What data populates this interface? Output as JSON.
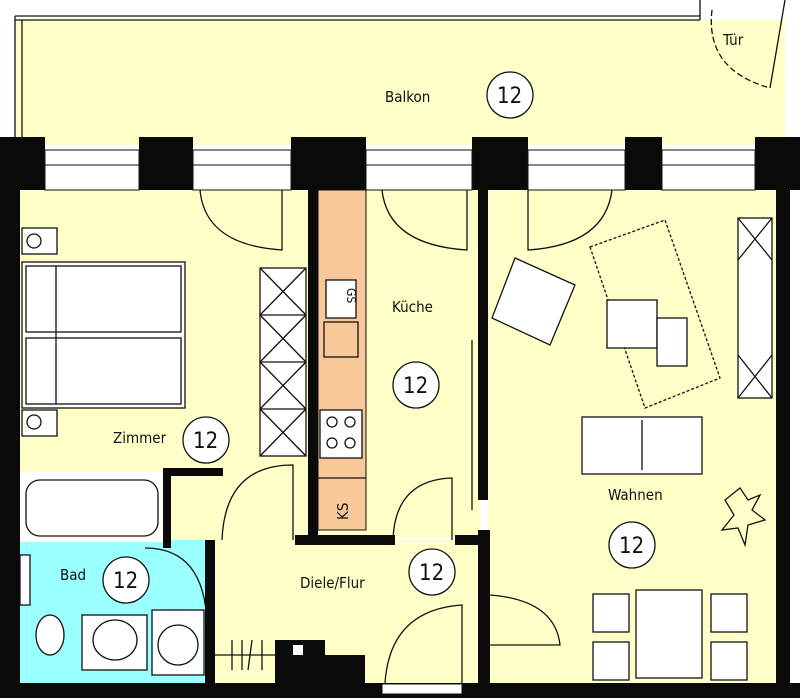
{
  "colors": {
    "floor": "#ffffc8",
    "kitchen_counter": "#f8c89a",
    "bath": "#99ffff",
    "wall": "#0a0a0a"
  },
  "rooms": {
    "balkon": {
      "label": "Balkon",
      "number": "12"
    },
    "zimmer": {
      "label": "Zimmer",
      "number": "12"
    },
    "kueche": {
      "label": "Küche",
      "number": "12"
    },
    "wohnen": {
      "label": "Wahnen",
      "number": "12"
    },
    "bad": {
      "label": "Bad",
      "number": "12"
    },
    "diele": {
      "label": "Diele/Flur",
      "number": "12"
    }
  },
  "door_label": "Tür",
  "appliances": {
    "fridge": "KS",
    "dishwasher": "GS"
  }
}
